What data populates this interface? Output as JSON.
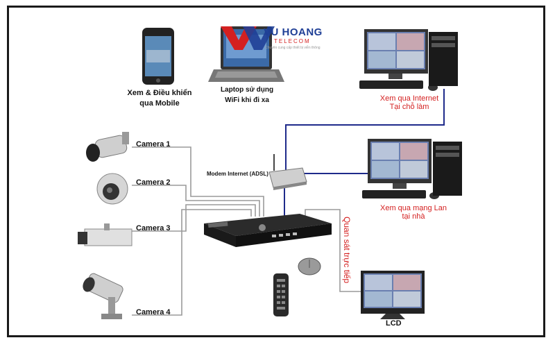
{
  "brand": {
    "name": "VU HOANG",
    "sub": "TELECOM",
    "tagline": "Chuyên cung cấp thiết bị viễn thông"
  },
  "devices": {
    "mobile": {
      "line1": "Xem & Điều khiển",
      "line2": "qua Mobile"
    },
    "laptop": {
      "line1": "Laptop sử dụng",
      "line2": "WiFi khi đi xa"
    },
    "pc_internet": {
      "line1": "Xem qua Internet",
      "line2": "Tại chỗ làm"
    },
    "pc_lan": {
      "line1": "Xem qua mạng Lan",
      "line2": "tại nhà"
    },
    "modem": {
      "label": "Modem Internet (ADSL)"
    },
    "lcd": {
      "label": "LCD"
    },
    "direct_view": {
      "label": "Quan sát trực tiếp"
    }
  },
  "cameras": [
    {
      "label": "Camera 1"
    },
    {
      "label": "Camera 2"
    },
    {
      "label": "Camera 3"
    },
    {
      "label": "Camera 4"
    }
  ],
  "colors": {
    "link_blue": "#1e2a8a",
    "cable_gray": "#9a9a9a",
    "caption_red": "#d42020",
    "brand_blue": "#1f3f96"
  }
}
